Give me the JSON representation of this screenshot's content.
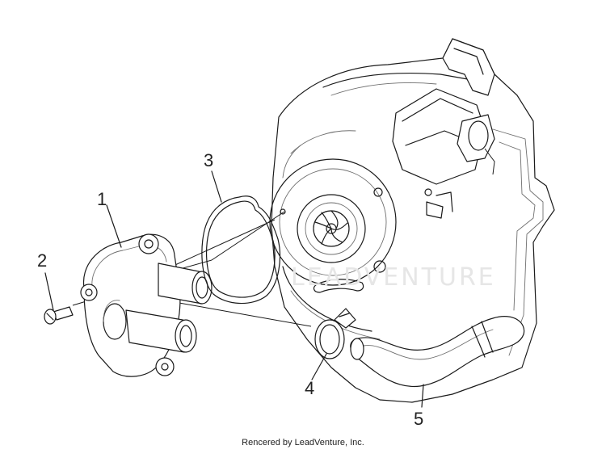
{
  "callouts": [
    "1",
    "2",
    "3",
    "4",
    "5"
  ],
  "watermark": "LEADVENTURE",
  "credit": "Rencered by LeadVenture, Inc."
}
